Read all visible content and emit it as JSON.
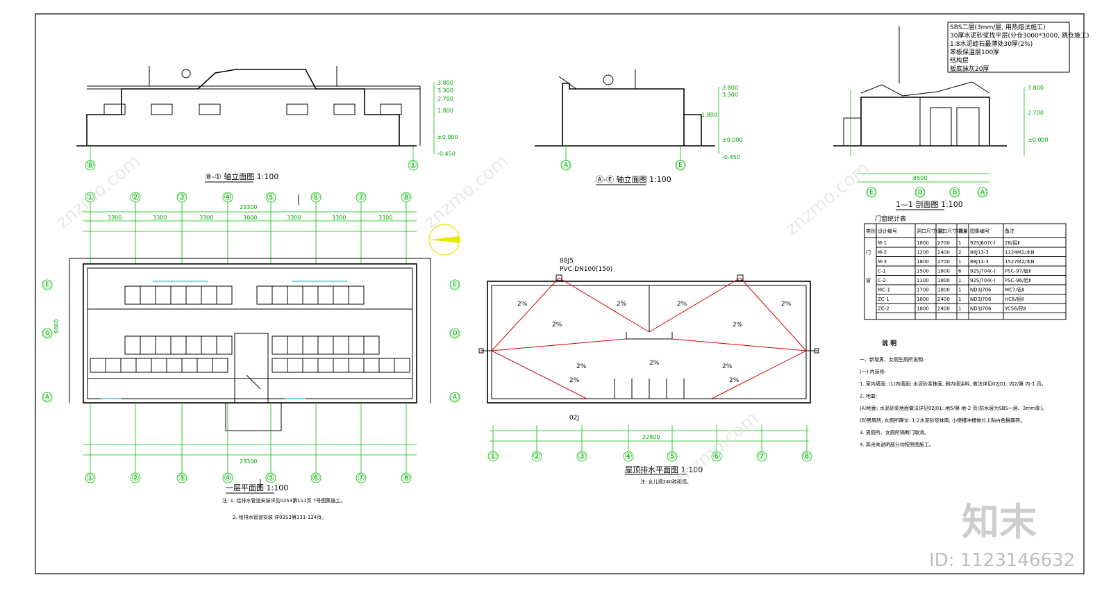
{
  "drawing": {
    "elev_8_1_title": "⑧-① 轴立面图 1:100",
    "elev_A_E_title": "Ⓐ-Ⓔ 轴立面图 1:100",
    "section_title": "1—1 剖面图 1:100",
    "floor_plan_title": "一层平面图 1:100",
    "roof_plan_title": "屋顶排水平面图 1:100",
    "roof_note": "注: 女儿墙240砖砌墙。",
    "plan_notes": [
      "注: 1. 给排水管道安装详见02S3第111页 7号图集施工。",
      "2. 给排水管道安装 详02S3第131-134页。"
    ],
    "roof_layers": [
      "SBS二层(3mm/层, 用热熔法施工)",
      "30厚水泥砂浆找平层(分仓3000*3000, 跳仓施工)",
      "1:8水泥蛭石最薄处30厚(2%)",
      "苯板保温层100厚",
      "结构层",
      "板底抹灰20厚"
    ],
    "drain_labels": [
      "PVC-DN100(150)",
      "02J",
      "88J5"
    ],
    "door_table": {
      "title": "门窗统计表",
      "headers": [
        "类别",
        "设计编号",
        "洞口尺寸(宽)",
        "洞口尺寸(高)",
        "数量",
        "图集编号",
        "备注"
      ],
      "rows": [
        [
          "门",
          "M-1",
          "1800",
          "2700",
          "1",
          "92SJ607(-)",
          "28/铝Ⅱ"
        ],
        [
          "门",
          "M-2",
          "1200",
          "2400",
          "2",
          "88J13-3",
          "1224M2/木Ⅲ"
        ],
        [
          "门",
          "M-3",
          "1800",
          "2700",
          "1",
          "88J13-3",
          "1527M2/木Ⅲ"
        ],
        [
          "窗",
          "C-1",
          "1500",
          "1800",
          "6",
          "92SJ704(-)",
          "PSC-97/铝Ⅱ"
        ],
        [
          "窗",
          "C-2",
          "1100",
          "1800",
          "1",
          "92SJ704(-)",
          "PSC-96/铝Ⅱ"
        ],
        [
          "窗",
          "MC-1",
          "1700",
          "1800",
          "1",
          "ND3J706",
          "MC7/铝Ⅱ"
        ],
        [
          "窗",
          "ZC-1",
          "1800",
          "2400",
          "1",
          "ND3J706",
          "HC6/铝Ⅱ"
        ],
        [
          "窗",
          "ZC-2",
          "1800",
          "2400",
          "1",
          "ND3J706",
          "YC56/铝Ⅱ"
        ]
      ]
    },
    "notes": {
      "title": "说  明",
      "lines": [
        "一、新增男、女厕生厕所说明:",
        "(一) 内装修:",
        "1. 室内墙面: (1)内墙面: 水泥砂浆抹面, 刷内墙涂料, 做法详见02J01: 内2/第 内-1 页。",
        "2. 地面:",
        "(A)地面: 水泥砂浆地面做法详见02J01: 地5/第 地-2 页(防水层为SBS一层、3mm厚)。",
        "(B)男厕所, 女厕所蹲位: 1:2水泥砂浆抹面; 小便槽冲槽做分上贴白色釉面砖。",
        "3. 男厕所、女厕所隔断门取消。",
        "4. 其余未说明部分均按原图施工。"
      ]
    },
    "dims": {
      "total_plan": "23300",
      "bays": [
        "3300",
        "3300",
        "3300",
        "3000",
        "3300",
        "3300",
        "3300"
      ],
      "roof_total": "22800",
      "depth_total": "8000",
      "section_total": "8500",
      "levels": [
        "3.800",
        "3.300",
        "2.700",
        "1.800",
        "±0.000",
        "-0.450"
      ]
    },
    "grid_numbers": [
      "①",
      "②",
      "③",
      "④",
      "⑤",
      "⑥",
      "⑦",
      "⑧"
    ],
    "grid_letters": [
      "Ⓐ",
      "Ⓑ",
      "Ⓒ",
      "Ⓓ",
      "Ⓔ"
    ],
    "slope": "2%",
    "watermark": {
      "brand": "知末",
      "site": "znzmo.com",
      "id": "ID: 1123146632"
    }
  }
}
